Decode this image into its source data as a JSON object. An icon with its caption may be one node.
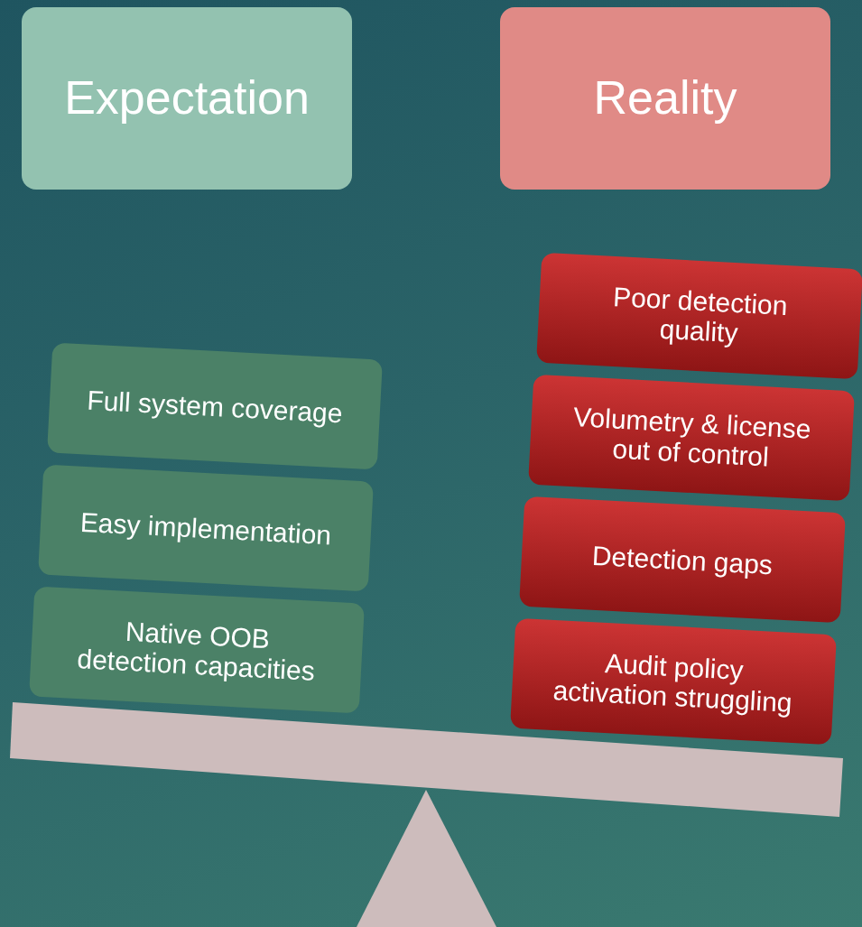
{
  "diagram": {
    "nodes": [
      {
        "text": [
          "Expectation"
        ]
      },
      {
        "text": [
          "Reality"
        ]
      },
      {
        "text": [
          "Full system coverage"
        ]
      },
      {
        "text": [
          "Easy implementation"
        ]
      },
      {
        "text": [
          "Native OOB detection capacities"
        ]
      },
      {
        "text": [
          "Poor detection quality"
        ]
      },
      {
        "text": [
          "Volumetry & license out of control"
        ]
      },
      {
        "text": [
          "Detection gaps"
        ]
      },
      {
        "text": [
          "Audit policy activation struggling"
        ]
      }
    ]
  }
}
